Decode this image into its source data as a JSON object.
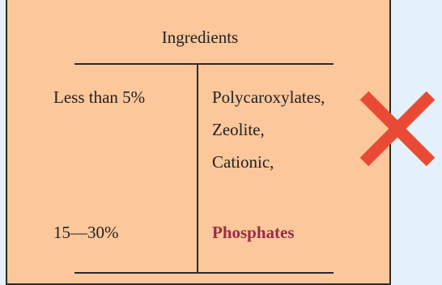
{
  "table": {
    "heading": "Ingredients",
    "rows": [
      {
        "amount": "Less than 5%",
        "items": [
          "Polycaroxylates,",
          "Zeolite,",
          "Cationic,"
        ]
      },
      {
        "amount": "15—30%",
        "items": [
          "Phosphates"
        ]
      }
    ]
  },
  "colors": {
    "card_background": "#fbc79b",
    "page_background": "#e4f1fc",
    "highlight_text": "#9b2c45",
    "cross_mark": "#e94a35"
  },
  "icons": {
    "cross": "cross-mark-icon"
  }
}
